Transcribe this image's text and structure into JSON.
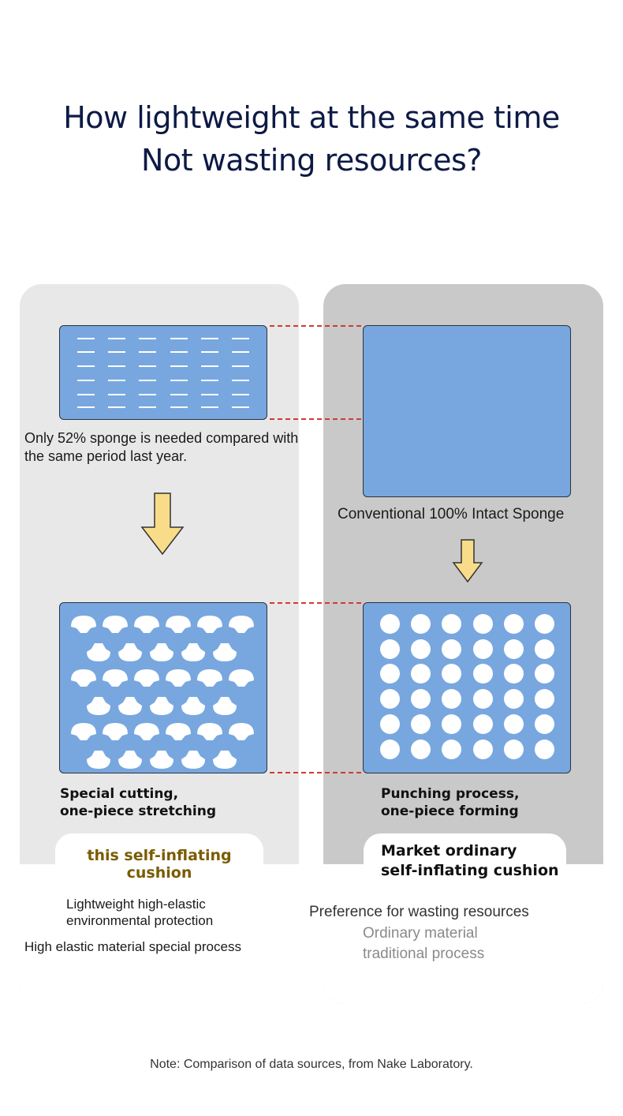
{
  "heading": {
    "line1": "How lightweight at the same time",
    "line2": "Not wasting resources?"
  },
  "left": {
    "pad_top_caption": "Only 52% sponge is needed compared with the same period last year.",
    "process_caption_1": "Special cutting,",
    "process_caption_2": "one-piece stretching",
    "product_label": "this self-inflating cushion",
    "benefit_1a": "Lightweight high-elastic",
    "benefit_1b": "environmental protection",
    "benefit_2": "High elastic material special process"
  },
  "right": {
    "pad_top_caption": "Conventional 100% Intact Sponge",
    "process_caption_1": "Punching process,",
    "process_caption_2": "one-piece forming",
    "product_label_1": "Market ordinary",
    "product_label_2": "self-inflating cushion",
    "drawback_1": "Preference for wasting resources",
    "drawback_2a": "Ordinary material",
    "drawback_2b": "traditional process"
  },
  "footer_note": "Note: Comparison of data sources, from Nake Laboratory.",
  "colors": {
    "heading": "#0d1a45",
    "pad": "#78a7df",
    "arrow": "#f8dc8a",
    "guide": "#d03a35",
    "left_panel": "#e8e8e8",
    "right_panel": "#c9c9c9",
    "product_label": "#7a5c00"
  }
}
